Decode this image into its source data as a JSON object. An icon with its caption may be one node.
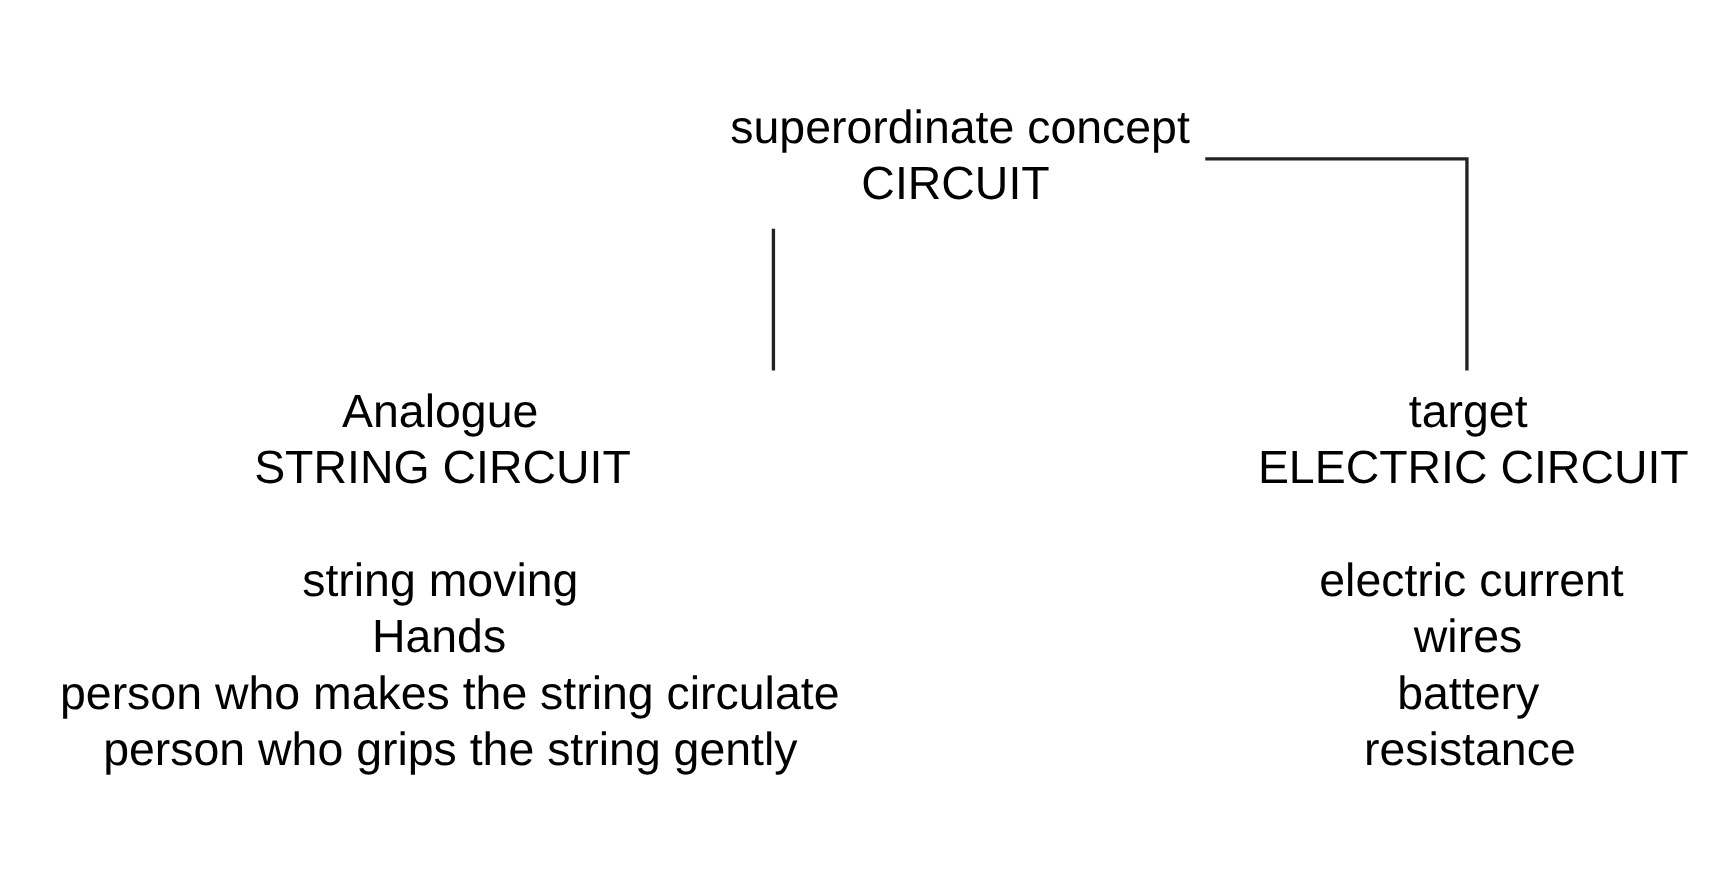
{
  "diagram": {
    "nodes": [
      {
        "text": [
          "superordinate concept",
          "CIRCUIT"
        ]
      },
      {
        "text": [
          "Analogue",
          "STRING CIRCUIT"
        ],
        "beside": [
          "string moving",
          "Hands",
          "person who makes the string circulate",
          "person who grips the string gently"
        ]
      },
      {
        "text": [
          "target",
          "ELECTRIC CIRCUIT"
        ],
        "beside": [
          "electric current",
          "wires",
          "battery",
          "resistance"
        ]
      }
    ],
    "edges": [
      {
        "from": 0,
        "to": 1,
        "arrow": "none"
      },
      {
        "from": 0,
        "to": 2,
        "arrow": "none"
      }
    ]
  }
}
